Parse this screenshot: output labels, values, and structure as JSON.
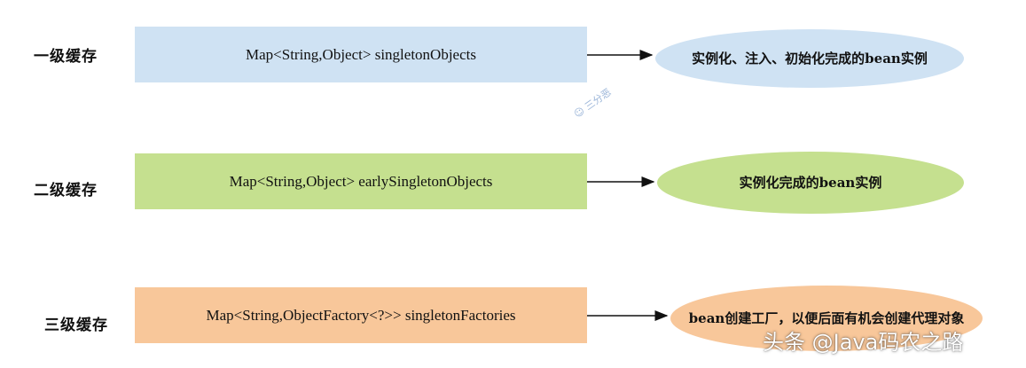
{
  "levels": [
    {
      "label": "一级缓存",
      "box_text": "Map<String,Object> singletonObjects",
      "ellipse_text": "实例化、注入、初始化完成的bean实例",
      "box_color": "#cfe2f3",
      "ellipse_color": "#cfe2f3"
    },
    {
      "label": "二级缓存",
      "box_text": "Map<String,Object> earlySingletonObjects",
      "ellipse_text": "实例化完成的bean实例",
      "box_color": "#c5e08f",
      "ellipse_color": "#c5e08f"
    },
    {
      "label": "三级缓存",
      "box_text": "Map<String,ObjectFactory<?>> singletonFactories",
      "ellipse_text": "bean创建工厂，以便后面有机会创建代理对象",
      "box_color": "#f8c79a",
      "ellipse_color": "#f8c79a"
    }
  ],
  "watermark_text": "头条 @Java码农之路",
  "stamp_text": "三分恶"
}
